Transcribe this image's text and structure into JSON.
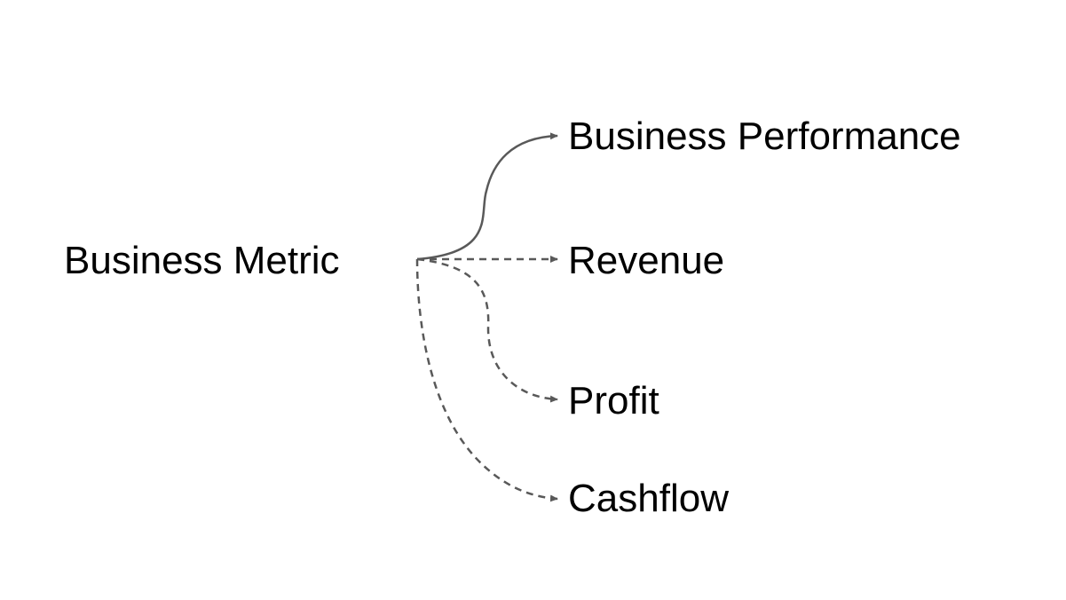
{
  "diagram": {
    "source": {
      "label": "Business Metric"
    },
    "targets": [
      {
        "label": "Business Performance",
        "edge_style": "solid"
      },
      {
        "label": "Revenue",
        "edge_style": "dashed"
      },
      {
        "label": "Profit",
        "edge_style": "dashed"
      },
      {
        "label": "Cashflow",
        "edge_style": "dashed"
      }
    ],
    "colors": {
      "text": "#000000",
      "edge": "#595959",
      "background": "#ffffff"
    }
  }
}
